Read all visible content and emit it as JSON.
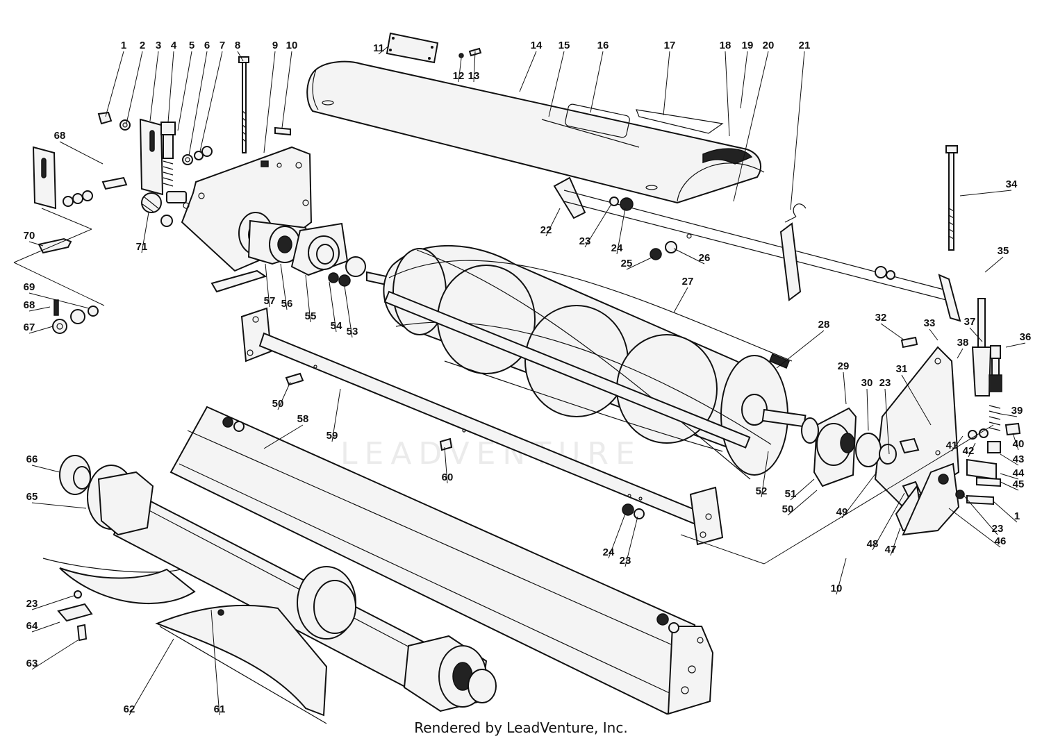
{
  "credit": "Rendered by LeadVenture, Inc.",
  "watermark": "LEADVENTURE",
  "callouts": [
    {
      "id": "c1a",
      "text": "1"
    },
    {
      "id": "c2",
      "text": "2"
    },
    {
      "id": "c3",
      "text": "3"
    },
    {
      "id": "c4",
      "text": "4"
    },
    {
      "id": "c5",
      "text": "5"
    },
    {
      "id": "c6",
      "text": "6"
    },
    {
      "id": "c7",
      "text": "7"
    },
    {
      "id": "c8",
      "text": "8"
    },
    {
      "id": "c9",
      "text": "9"
    },
    {
      "id": "c10a",
      "text": "10"
    },
    {
      "id": "c11",
      "text": "11"
    },
    {
      "id": "c12",
      "text": "12"
    },
    {
      "id": "c13",
      "text": "13"
    },
    {
      "id": "c14",
      "text": "14"
    },
    {
      "id": "c15",
      "text": "15"
    },
    {
      "id": "c16",
      "text": "16"
    },
    {
      "id": "c17",
      "text": "17"
    },
    {
      "id": "c18",
      "text": "18"
    },
    {
      "id": "c19",
      "text": "19"
    },
    {
      "id": "c20",
      "text": "20"
    },
    {
      "id": "c21",
      "text": "21"
    },
    {
      "id": "c22",
      "text": "22"
    },
    {
      "id": "c23a",
      "text": "23"
    },
    {
      "id": "c24a",
      "text": "24"
    },
    {
      "id": "c25",
      "text": "25"
    },
    {
      "id": "c26",
      "text": "26"
    },
    {
      "id": "c27",
      "text": "27"
    },
    {
      "id": "c28",
      "text": "28"
    },
    {
      "id": "c29",
      "text": "29"
    },
    {
      "id": "c30",
      "text": "30"
    },
    {
      "id": "c31",
      "text": "31"
    },
    {
      "id": "c32",
      "text": "32"
    },
    {
      "id": "c33",
      "text": "33"
    },
    {
      "id": "c34",
      "text": "34"
    },
    {
      "id": "c35",
      "text": "35"
    },
    {
      "id": "c36",
      "text": "36"
    },
    {
      "id": "c37",
      "text": "37"
    },
    {
      "id": "c38",
      "text": "38"
    },
    {
      "id": "c39",
      "text": "39"
    },
    {
      "id": "c40",
      "text": "40"
    },
    {
      "id": "c41",
      "text": "41"
    },
    {
      "id": "c42",
      "text": "42"
    },
    {
      "id": "c43",
      "text": "43"
    },
    {
      "id": "c44",
      "text": "44"
    },
    {
      "id": "c45",
      "text": "45"
    },
    {
      "id": "c1b",
      "text": "1"
    },
    {
      "id": "c23b",
      "text": "23"
    },
    {
      "id": "c46",
      "text": "46"
    },
    {
      "id": "c47",
      "text": "47"
    },
    {
      "id": "c48",
      "text": "48"
    },
    {
      "id": "c49",
      "text": "49"
    },
    {
      "id": "c23c",
      "text": "23"
    },
    {
      "id": "c50a",
      "text": "50"
    },
    {
      "id": "c51",
      "text": "51"
    },
    {
      "id": "c52",
      "text": "52"
    },
    {
      "id": "c10b",
      "text": "10"
    },
    {
      "id": "c24b",
      "text": "24"
    },
    {
      "id": "c23d",
      "text": "23"
    },
    {
      "id": "c50b",
      "text": "50"
    },
    {
      "id": "c59",
      "text": "59"
    },
    {
      "id": "c58",
      "text": "58"
    },
    {
      "id": "c60",
      "text": "60"
    },
    {
      "id": "c57",
      "text": "57"
    },
    {
      "id": "c56",
      "text": "56"
    },
    {
      "id": "c55",
      "text": "55"
    },
    {
      "id": "c54",
      "text": "54"
    },
    {
      "id": "c53",
      "text": "53"
    },
    {
      "id": "c68a",
      "text": "68"
    },
    {
      "id": "c70",
      "text": "70"
    },
    {
      "id": "c71",
      "text": "71"
    },
    {
      "id": "c69",
      "text": "69"
    },
    {
      "id": "c68b",
      "text": "68"
    },
    {
      "id": "c67",
      "text": "67"
    },
    {
      "id": "c66",
      "text": "66"
    },
    {
      "id": "c65",
      "text": "65"
    },
    {
      "id": "c23e",
      "text": "23"
    },
    {
      "id": "c64",
      "text": "64"
    },
    {
      "id": "c63",
      "text": "63"
    },
    {
      "id": "c62",
      "text": "62"
    },
    {
      "id": "c61",
      "text": "61"
    }
  ]
}
